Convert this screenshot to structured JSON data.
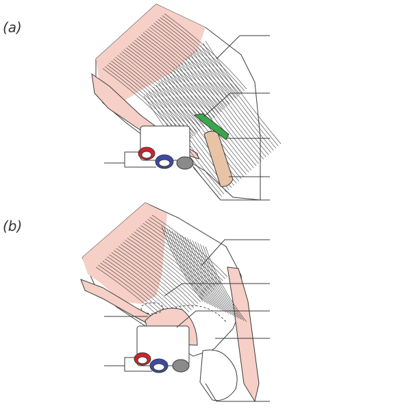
{
  "panels": [
    {
      "id": "a",
      "label": "(a)"
    },
    {
      "id": "b",
      "label": "(b)"
    }
  ],
  "colors": {
    "muscle_pink": "#f6cfc7",
    "muscle_pink_dark": "#eab1a6",
    "tendon_white": "#ffffff",
    "line": "#3a3a3a",
    "artery_red": "#d2232a",
    "vein_blue": "#3c4aa6",
    "lymph_gray": "#8a8a8a",
    "cord_tan": "#e9c3a6",
    "nerve_green": "#3aa64a"
  },
  "icons": {
    "vessel_artery": "red-cylinder",
    "vessel_vein": "blue-cylinder",
    "lymphatic": "gray-cylinder"
  }
}
